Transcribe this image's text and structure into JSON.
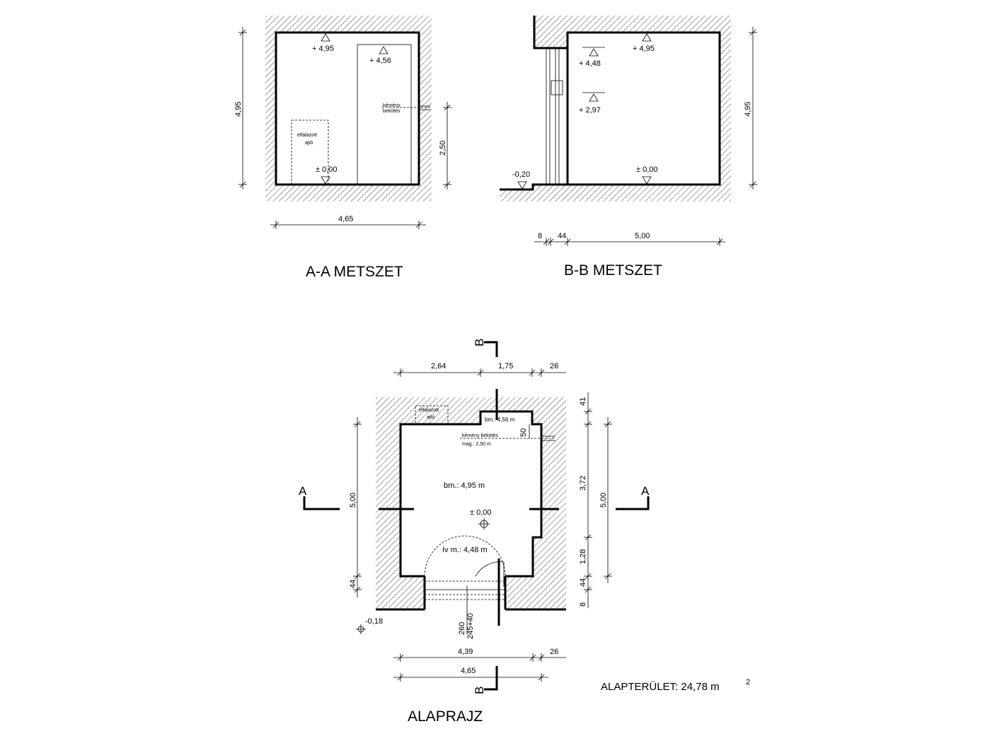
{
  "titles": {
    "section_a": "A-A METSZET",
    "section_b": "B-B METSZET",
    "floor_plan": "ALAPRAJZ"
  },
  "area": {
    "label": "ALAPTERÜLET: 24,78 m",
    "superscript": "2"
  },
  "section_a": {
    "level_top": "+ 4,95",
    "level_chimney": "+ 4,56",
    "level_floor": "± 0,00",
    "chimney_label_1": "kémény",
    "chimney_label_2": "bekötés",
    "door_label_1": "elfalazott",
    "door_label_2": "ajtó",
    "dim_height": "4,95",
    "dim_chimney_height": "2,50",
    "dim_width": "4,65"
  },
  "section_b": {
    "level_top": "+ 4,95",
    "level_vault": "+ 4,48",
    "level_mid": "+ 2,97",
    "level_floor": "± 0,00",
    "level_outside": "-0,20",
    "dim_height": "4,95",
    "dim_8": "8",
    "dim_44": "44",
    "dim_500": "5,00"
  },
  "plan": {
    "section_a_marker": "A",
    "section_b_marker": "B",
    "dim_top_1": "2,64",
    "dim_top_2": "1,75",
    "dim_top_3": "26",
    "dim_bottom_1": "4,39",
    "dim_bottom_2": "26",
    "dim_bottom_total": "4,65",
    "dim_left_total": "5,00",
    "dim_left_44": "44",
    "dim_right_41": "41",
    "dim_right_372": "3,72",
    "dim_right_128": "1,28",
    "dim_right_44": "44",
    "dim_right_8": "8",
    "dim_right_total": "5,00",
    "dim_50": "50",
    "door_label_1": "elfalazott",
    "door_label_2": "ajtó",
    "niche_height": "bm.: 4,56 m",
    "chimney_label_1": "kémény bekötés",
    "chimney_label_2": "mag.: 2,50 m",
    "room_height": "bm.: 4,95 m",
    "floor_level": "± 0,00",
    "arch_height": "ív m.: 4,48 m",
    "door_height": "260",
    "door_width": "245+40",
    "outside_level": "-0,18"
  }
}
